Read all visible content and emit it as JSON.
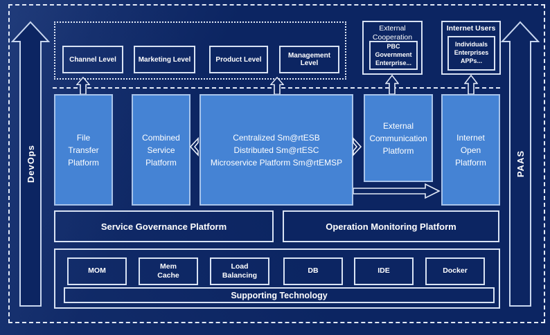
{
  "colors": {
    "background": "#0c2562",
    "platform_fill": "#4583d4",
    "line_light": "#e4ebf8",
    "text": "#ffffff"
  },
  "side_rails": {
    "devops_label": "DevOps",
    "paas_label": "PAAS"
  },
  "levels_row": {
    "items": [
      {
        "label": "Channel Level"
      },
      {
        "label": "Marketing Level"
      },
      {
        "label": "Product Level"
      },
      {
        "label": "Management Level"
      }
    ]
  },
  "external_cooperation": {
    "title": "External\nCooperation",
    "members": "PBC Government\nEnterprise..."
  },
  "internet_users": {
    "title": "Internet Users",
    "members": "Individuals\nEnterprises\nAPPs..."
  },
  "platform_row": {
    "file_transfer": "File\nTransfer\nPlatform",
    "combined_service": "Combined\nService\nPlatform",
    "esb_suite": "Centralized Sm@rtESB\nDistributed Sm@rtESC\nMicroservice Platform Sm@rtEMSP",
    "external_communication": "External\nCommunication\nPlatform",
    "internet_open": "Internet\nOpen\nPlatform"
  },
  "management_row": {
    "service_governance": "Service Governance Platform",
    "operation_monitoring": "Operation Monitoring Platform"
  },
  "supporting": {
    "items": [
      {
        "label": "MOM"
      },
      {
        "label": "Mem\nCache"
      },
      {
        "label": "Load\nBalancing"
      },
      {
        "label": "DB"
      },
      {
        "label": "IDE"
      },
      {
        "label": "Docker"
      }
    ],
    "bar_label": "Supporting Technology"
  }
}
